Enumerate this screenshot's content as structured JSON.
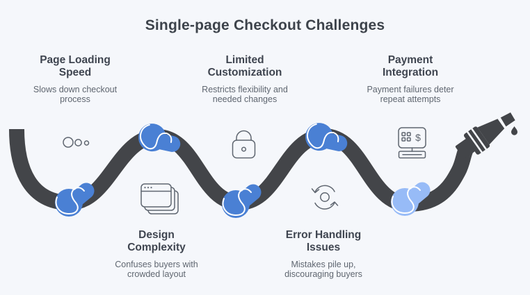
{
  "title": "Single-page Checkout Challenges",
  "challenges": [
    {
      "title": "Page Loading Speed",
      "description": "Slows down checkout process",
      "icon": "dots-icon",
      "position": "top"
    },
    {
      "title": "Design Complexity",
      "description": "Confuses buyers with crowded layout",
      "icon": "windows-icon",
      "position": "bottom"
    },
    {
      "title": "Limited Customization",
      "description": "Restricts flexibility and needed changes",
      "icon": "lock-icon",
      "position": "top"
    },
    {
      "title": "Error Handling Issues",
      "description": "Mistakes pile up, discouraging buyers",
      "icon": "sync-icon",
      "position": "bottom"
    },
    {
      "title": "Payment Integration",
      "description": "Payment failures deter repeat attempts",
      "icon": "cash-register-icon",
      "position": "top"
    }
  ],
  "graphic": {
    "type": "tangled-hose",
    "knot_count": 5,
    "knot_colors": [
      "blue",
      "blue",
      "blue",
      "blue",
      "light-blue"
    ],
    "end": "nozzle-with-droplet"
  },
  "colors": {
    "background": "#f5f7fb",
    "title_text": "#3d434b",
    "heading_text": "#3f4550",
    "desc_text": "#5f6670",
    "hose": "#434549",
    "knot_blue": "#4a80d4",
    "knot_light_blue": "#97bbf7",
    "knot_outline": "#ffffff",
    "icon_stroke": "#5f6670"
  }
}
